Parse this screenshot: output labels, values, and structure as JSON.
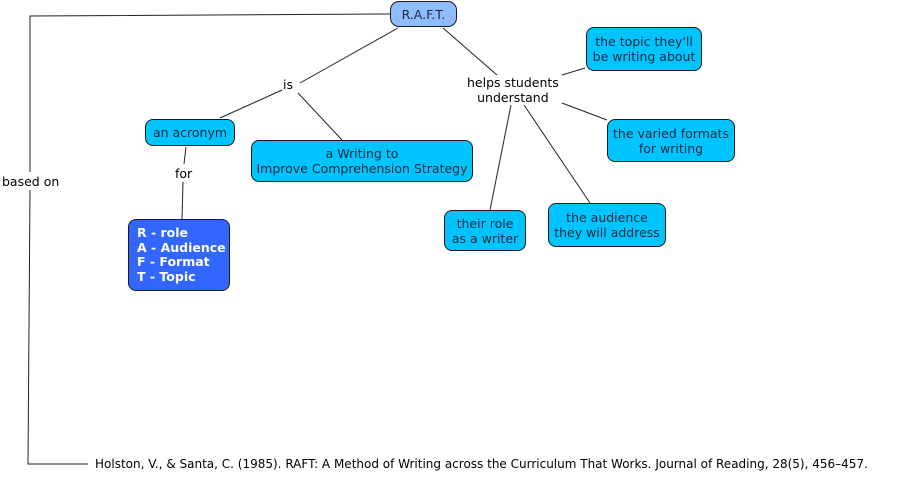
{
  "diagram": {
    "type": "concept-map",
    "root": {
      "label": "R.A.F.T."
    },
    "link_labels": {
      "is": "is",
      "helps": [
        "helps students",
        "understand"
      ],
      "for": "for",
      "based_on": "based on"
    },
    "nodes": {
      "acronym": {
        "label": "an acronym"
      },
      "strategy": {
        "lines": [
          "a Writing to",
          "Improve Comprehension Strategy"
        ]
      },
      "letters": {
        "lines": [
          "R - role",
          "A - Audience",
          "F - Format",
          "T - Topic"
        ]
      },
      "topic": {
        "lines": [
          "the topic they'll",
          "be writing about"
        ]
      },
      "formats": {
        "lines": [
          "the varied formats",
          "for writing"
        ]
      },
      "role": {
        "lines": [
          "their role",
          "as a writer"
        ]
      },
      "audience": {
        "lines": [
          "the audience",
          "they will address"
        ]
      }
    },
    "citation": "Holston, V., & Santa, C. (1985). RAFT: A Method of Writing across the Curriculum That Works. Journal of Reading, 28(5), 456–457.",
    "colors": {
      "root_fill": "#8fbcff",
      "concept_fill": "#00c4ff",
      "letters_fill": "#3366ff",
      "line": "#222222"
    }
  }
}
